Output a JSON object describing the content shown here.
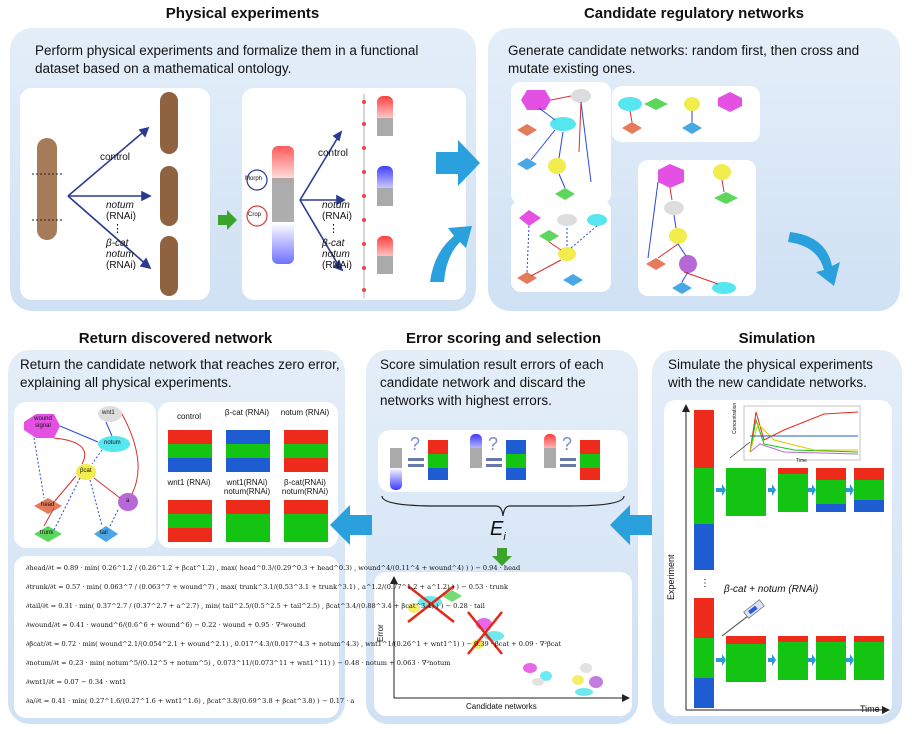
{
  "panels": {
    "physical": {
      "title": "Physical experiments",
      "description": "Perform physical experiments and formalize them in a functional dataset based on a mathematical ontology.",
      "conditions": [
        "control",
        "notum",
        "(RNAi)",
        "β-cat",
        "notum",
        "(RNAi)"
      ],
      "dots": "⋮",
      "morph_label": "Morph",
      "crop_label": "Crop"
    },
    "candidate": {
      "title": "Candidate regulatory networks",
      "description": "Generate candidate networks: random first, then cross and mutate existing ones."
    },
    "simulation": {
      "title": "Simulation",
      "description": "Simulate the physical experiments with the new candidate networks.",
      "inset_ylabel": "Concentration",
      "inset_xlabel": "Time",
      "treatment_label": "β-cat + notum (RNAi)",
      "y_label": "Experiment",
      "x_label": "Time"
    },
    "scoring": {
      "title": "Error scoring and selection",
      "description": "Score simulation result errors of each candidate network and discard the networks with highest errors.",
      "error_symbol": "E",
      "error_subscript": "i",
      "question": "?",
      "y_label": "Error",
      "x_label": "Candidate networks"
    },
    "return": {
      "title": "Return discovered network",
      "description": "Return the candidate network that reaches zero error, explaining all physical experiments.",
      "grid_labels": [
        "control",
        "β-cat (RNAi)",
        "notum (RNAi)",
        "wnt1 (RNAi)",
        "wnt1(RNAi) notum(RNAi)",
        "β-cat(RNAi) notum(RNAi)"
      ],
      "equations": [
        "∂head/∂t  =  0.89 · min( 0.26^1.2 / (0.26^1.2 + βcat^1.2) , max( head^0.3/(0.29^0.3 + head^0.3) , wound^4/(0.11^4 + wound^4) ) ) − 0.94 · head",
        "∂trunk/∂t  =  0.57 · min( 0.063^7 / (0.063^7 + wound^7) , max( trunk^3.1/(0.53^3.1 + trunk^3.1) , a^1.2/(0.77^1.2 + a^1.2) ) ) − 0.53 · trunk",
        "∂tail/∂t  =  0.31 · min( 0.37^2.7 / (0.37^2.7 + a^2.7) , min( tail^2.5/(0.5^2.5 + tail^2.5) , βcat^3.4/(0.88^3.4 + βcat^3.4) ) ) − 0.28 · tail",
        "∂wound/∂t  =  0.41 · wound^6/(0.6^6 + wound^6) − 0.22 · wound + 0.95 · ∇²wound",
        "∂βcat/∂t  =  0.72 · min( wound^2.1/(0.054^2.1 + wound^2.1) , 0.017^4.3/(0.017^4.3 + notum^4.3) , wnt1^1/(0.26^1 + wnt1^1) ) − 0.39 · βcat + 0.09 · ∇²βcat",
        "∂notum/∂t  =  0.23 · min( notum^5/(0.12^5 + notum^5) , 0.073^11/(0.073^11 + wnt1^11) ) − 0.48 · notum + 0.063 · ∇²notum",
        "∂wnt1/∂t  =  0.07 − 0.34 · wnt1",
        "∂a/∂t  =  0.41 · min( 0.27^1.6/(0.27^1.6 + wnt1^1.6) , βcat^3.8/(0.69^3.8 + βcat^3.8) ) − 0.17 · a"
      ]
    }
  },
  "network_nodes": {
    "wound": "wound signal",
    "wnt1": "wnt1",
    "notum": "notum",
    "bcat": "βcat",
    "head": "head",
    "trunk": "trunk",
    "tail": "tail",
    "a": "a"
  },
  "colors": {
    "red": "#ee2a1a",
    "green": "#13c413",
    "blue": "#1e5cd1",
    "panel_bg": "#d7e6f6",
    "arrow": "#2aa0dc",
    "green_arrow": "#3aa52a"
  }
}
